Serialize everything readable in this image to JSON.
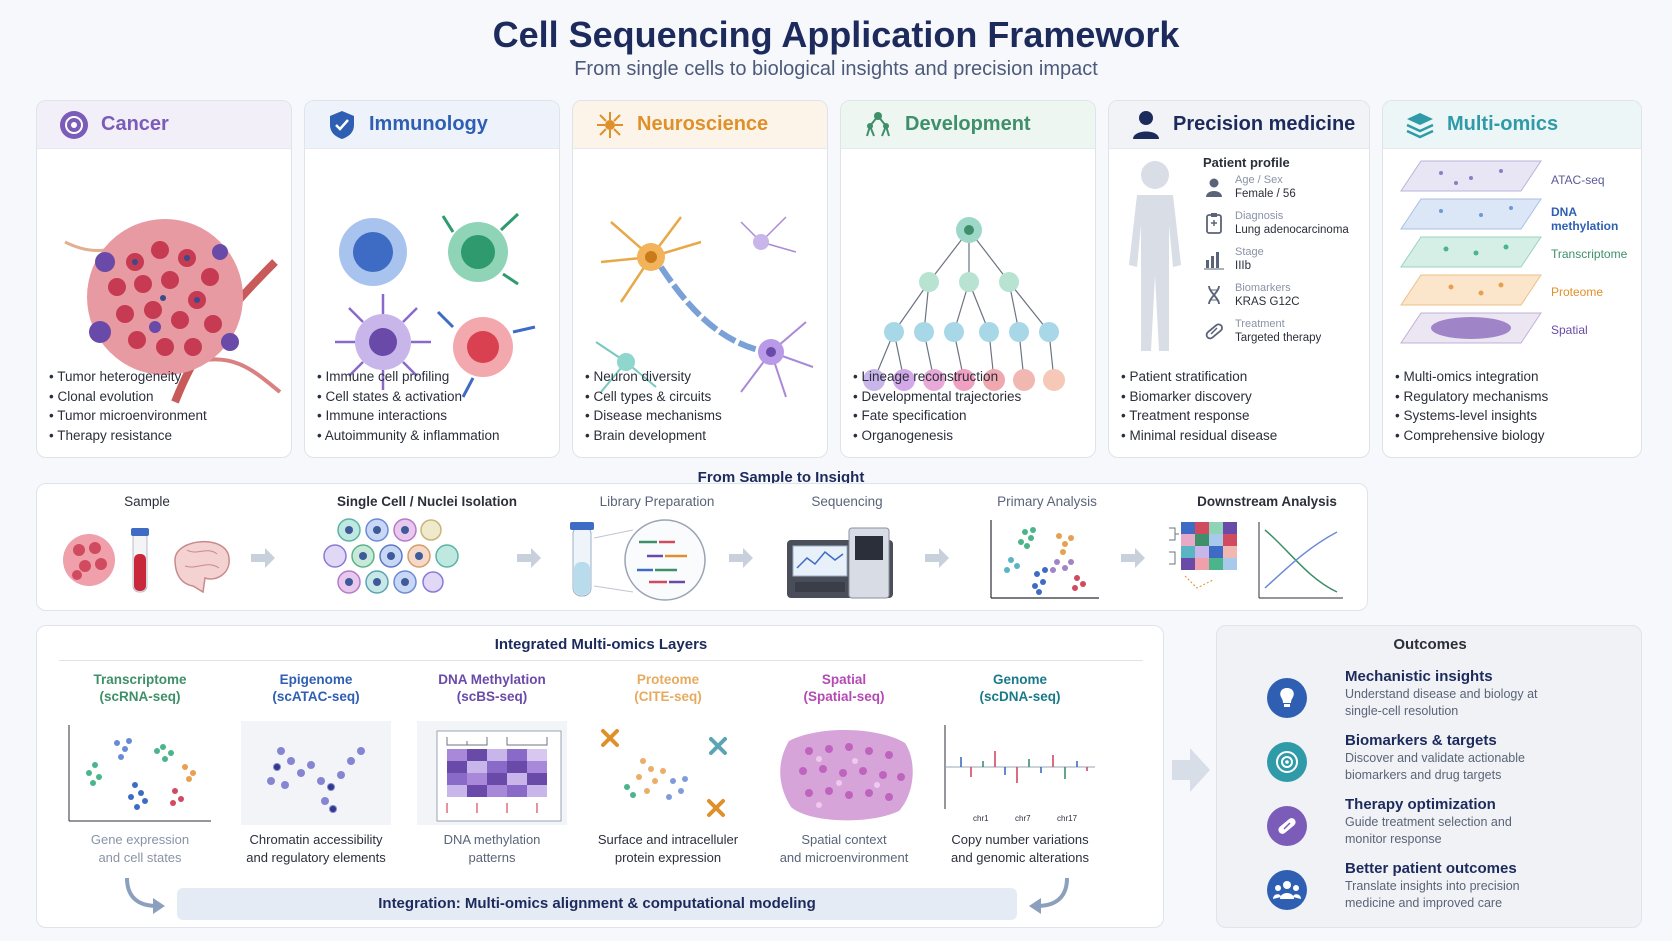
{
  "header": {
    "title": "Cell Sequencing Application Framework",
    "subtitle": "From single cells to biological insights and precision impact"
  },
  "colors": {
    "navy": "#1d2a5c",
    "cancer": "#7b5cb8",
    "immunology": "#2f5fb3",
    "neuroscience": "#e0902a",
    "development": "#3e8f6a",
    "precision": "#1d2a5c",
    "multiomics": "#2f9aa8"
  },
  "cards": [
    {
      "id": "cancer",
      "title": "Cancer",
      "icon": "cell-icon",
      "bullets": [
        "Tumor heterogeneity",
        "Clonal evolution",
        "Tumor microenvironment",
        "Therapy resistance"
      ]
    },
    {
      "id": "immunology",
      "title": "Immunology",
      "icon": "shield-icon",
      "bullets": [
        "Immune cell profiling",
        "Cell states & activation",
        "Immune interactions",
        "Autoimmunity & inflammation"
      ]
    },
    {
      "id": "neuroscience",
      "title": "Neuroscience",
      "icon": "neuron-icon",
      "bullets": [
        "Neuron diversity",
        "Cell types & circuits",
        "Disease mechanisms",
        "Brain development"
      ]
    },
    {
      "id": "development",
      "title": "Development",
      "icon": "lineage-tree-icon",
      "bullets": [
        "Lineage reconstruction",
        "Developmental trajectories",
        "Fate specification",
        "Organogenesis"
      ]
    },
    {
      "id": "precision",
      "title": "Precision medicine",
      "icon": "person-icon",
      "bullets": [
        "Patient stratification",
        "Biomarker discovery",
        "Treatment response",
        "Minimal residual disease"
      ]
    },
    {
      "id": "multiomics",
      "title": "Multi-omics",
      "icon": "layers-icon",
      "bullets": [
        "Multi-omics integration",
        "Regulatory mechanisms",
        "Systems-level insights",
        "Comprehensive biology"
      ]
    }
  ],
  "patient_profile": {
    "label": "Patient profile",
    "rows": [
      {
        "k": "Age / Sex",
        "v": "Female / 56",
        "icon": "person-icon"
      },
      {
        "k": "Diagnosis",
        "v": "Lung adenocarcinoma",
        "icon": "clipboard-icon"
      },
      {
        "k": "Stage",
        "v": "IIIb",
        "icon": "bar-chart-icon"
      },
      {
        "k": "Biomarkers",
        "v": "KRAS G12C",
        "icon": "dna-icon"
      },
      {
        "k": "Treatment",
        "v": "Targeted therapy",
        "icon": "pill-icon"
      }
    ]
  },
  "multiomics_layers": [
    "ATAC-seq",
    "DNA\nmethylation",
    "Transcriptome",
    "Proteome",
    "Spatial"
  ],
  "workflow": {
    "title": "From Sample to Insight",
    "steps": [
      "Sample",
      "Single Cell / Nuclei Isolation",
      "Library Preparation",
      "Sequencing",
      "Primary Analysis",
      "Downstream Analysis"
    ]
  },
  "omics": {
    "title": "Integrated Multi-omics Layers",
    "layers": [
      {
        "name": "Transcriptome",
        "assay": "(scRNA-seq)",
        "desc1": "Gene expression",
        "desc2": "and cell states"
      },
      {
        "name": "Epigenome",
        "assay": "(scATAC-seq)",
        "desc1": "Chromatin accessibility",
        "desc2": "and regulatory elements"
      },
      {
        "name": "DNA Methylation",
        "assay": "(scBS-seq)",
        "desc1": "DNA methylation",
        "desc2": "patterns"
      },
      {
        "name": "Proteome",
        "assay": "(CITE-seq)",
        "desc1": "Surface and intracelluler",
        "desc2": "protein expression"
      },
      {
        "name": "Spatial",
        "assay": "(Spatial-seq)",
        "desc1": "Spatial context",
        "desc2": "and microenvironment"
      },
      {
        "name": "Genome",
        "assay": "(scDNA-seq)",
        "desc1": "Copy number variations",
        "desc2": "and genomic alterations"
      }
    ],
    "genome_ticks": [
      "chr1",
      "chr7",
      "chr17"
    ],
    "integration": "Integration: Multi-omics alignment & computational modeling"
  },
  "outcomes": {
    "title": "Outcomes",
    "items": [
      {
        "title": "Mechanistic insights",
        "desc1": "Understand disease and biology at",
        "desc2": "single-cell resolution",
        "icon": "lightbulb-icon"
      },
      {
        "title": "Biomarkers & targets",
        "desc1": "Discover and validate actionable",
        "desc2": "biomarkers and drug targets",
        "icon": "target-icon"
      },
      {
        "title": "Therapy optimization",
        "desc1": "Guide treatment selection and",
        "desc2": "monitor response",
        "icon": "pill-icon"
      },
      {
        "title": "Better patient outcomes",
        "desc1": "Translate insights into precision",
        "desc2": "medicine and improved care",
        "icon": "people-icon"
      }
    ]
  }
}
